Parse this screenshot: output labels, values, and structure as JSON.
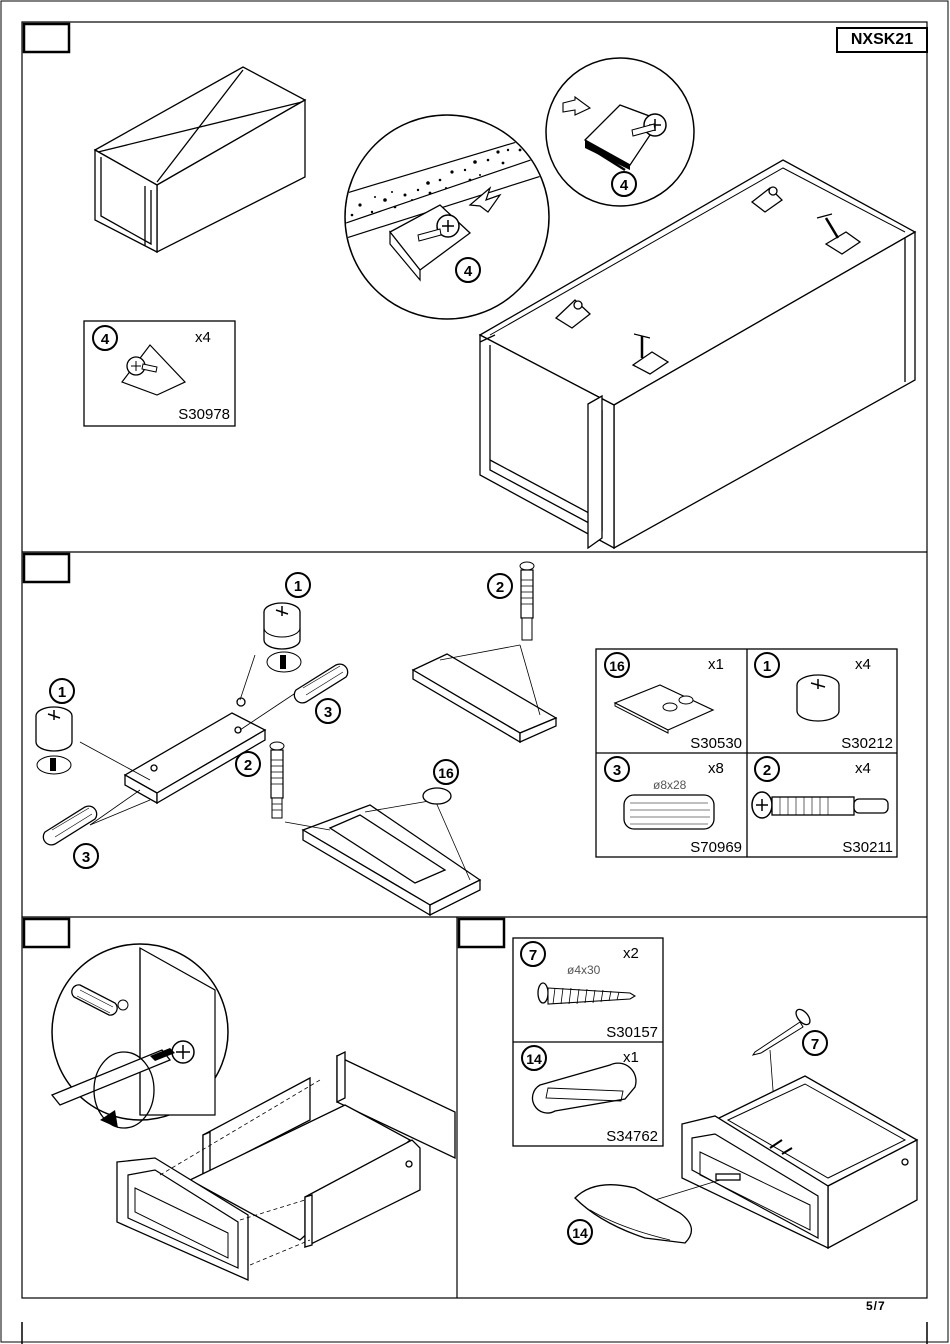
{
  "model_code": "NXSK21",
  "page_number": "5/7",
  "panel1": {
    "parts": [
      {
        "id": "4",
        "qty": "x4",
        "code": "S30978"
      }
    ],
    "callouts": [
      "4",
      "4"
    ]
  },
  "panel2": {
    "parts": [
      {
        "id": "16",
        "qty": "x1",
        "code": "S30530"
      },
      {
        "id": "1",
        "qty": "x4",
        "code": "S30212"
      },
      {
        "id": "3",
        "qty": "x8",
        "code": "S70969",
        "dimension": "ø8x28"
      },
      {
        "id": "2",
        "qty": "x4",
        "code": "S30211"
      }
    ],
    "callouts": [
      "1",
      "1",
      "2",
      "2",
      "3",
      "3",
      "16"
    ]
  },
  "panel4": {
    "parts": [
      {
        "id": "7",
        "qty": "x2",
        "code": "S30157",
        "dimension": "ø4x30"
      },
      {
        "id": "14",
        "qty": "x1",
        "code": "S34762"
      }
    ],
    "callouts": [
      "7",
      "14"
    ]
  }
}
